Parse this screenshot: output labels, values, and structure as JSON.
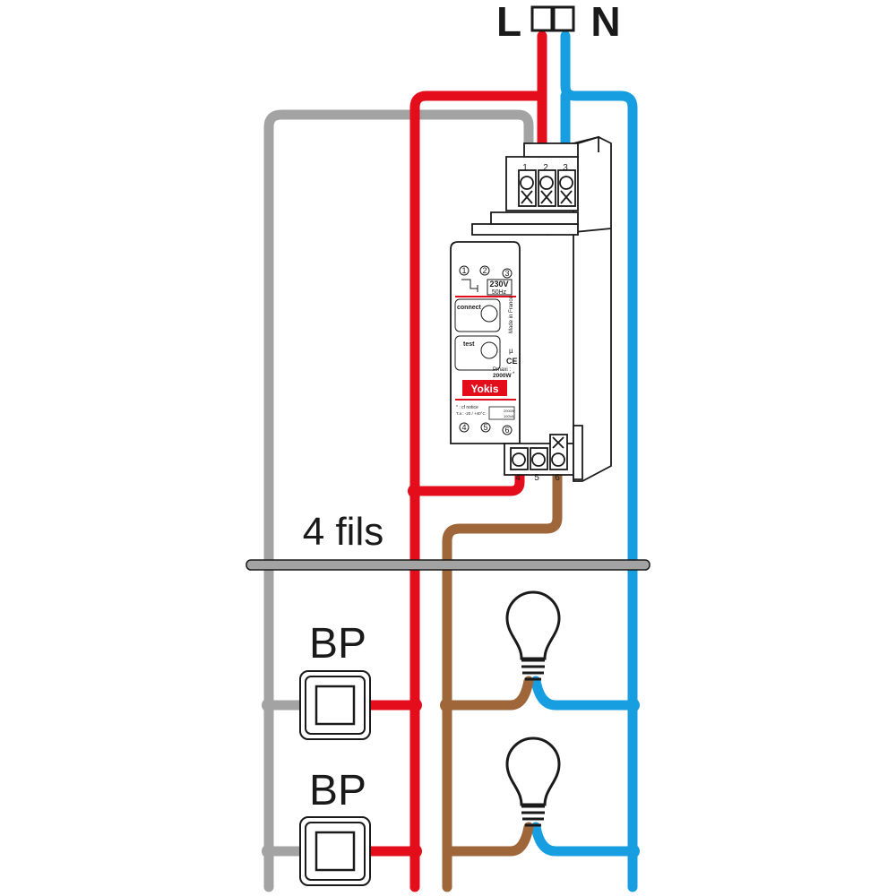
{
  "labels": {
    "live": "L",
    "neutral": "N",
    "cable": "4 fils",
    "pushbutton_1": "BP",
    "pushbutton_2": "BP"
  },
  "module": {
    "brand": "Yokis",
    "voltage": "230V",
    "frequency": "50Hz",
    "connect": "connect",
    "test": "test",
    "made_in": "Made in France",
    "power_label": "Pmaxi :",
    "power_value": "2000W",
    "power_star": "*",
    "notice": "* : cf notice",
    "temp": "T.a : -20 / +40°C",
    "load1": "2000W",
    "load2": "100VA",
    "mu": "µ",
    "ce": "CE",
    "top_terminals": [
      "1",
      "2",
      "3"
    ],
    "bottom_terminals": [
      "4",
      "5",
      "6"
    ],
    "face_top_numbers": [
      "1",
      "2",
      "3"
    ],
    "face_bottom_numbers": [
      "4",
      "5",
      "6"
    ]
  },
  "colors": {
    "live": "#e30d1b",
    "neutral": "#179ee0",
    "control": "#a3a3a3",
    "lamp_feed": "#9e6639",
    "outline": "#1a1a1a"
  }
}
